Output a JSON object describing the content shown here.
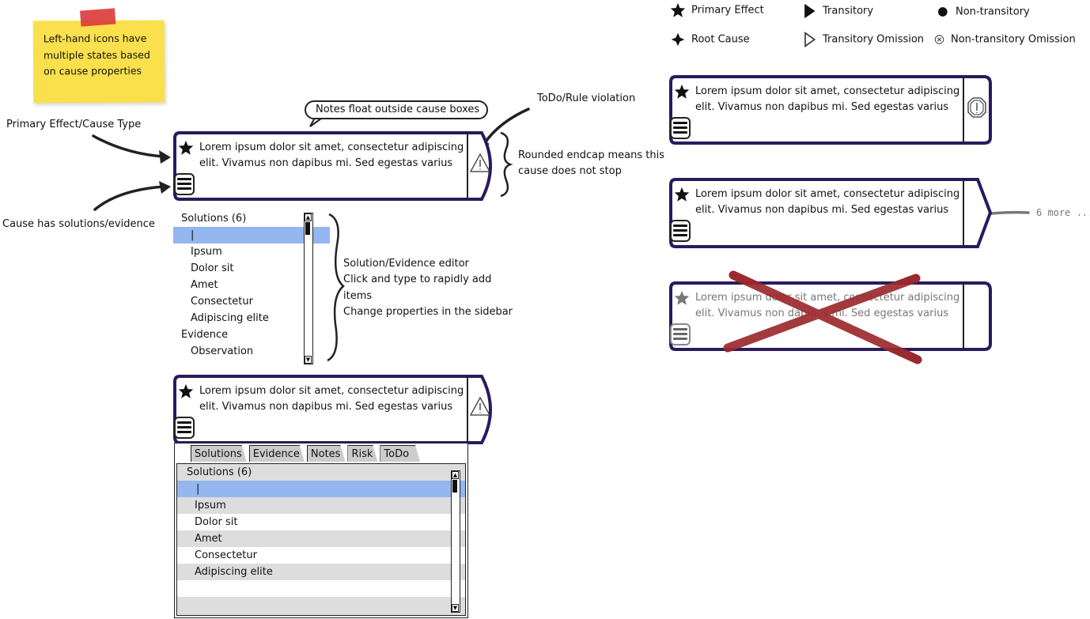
{
  "sticky_note": {
    "text": "Left-hand icons have multiple states based on cause properties",
    "colors": {
      "paper": "#f9e04c",
      "tape": "#dc3838"
    }
  },
  "annotations": {
    "primary_effect": "Primary Effect/Cause Type",
    "has_solutions": "Cause has solutions/evidence",
    "notes_float": "Notes float outside cause boxes",
    "todo_violation": "ToDo/Rule violation",
    "rounded_endcap_line1": "Rounded endcap means this",
    "rounded_endcap_line2": "cause does not stop",
    "editor_line1": "Solution/Evidence editor",
    "editor_line2": "Click and type to rapidly add",
    "editor_line3": "items",
    "editor_line4": "Change properties in the sidebar"
  },
  "cause_text": {
    "line1": "Lorem ipsum dolor sit amet, consectetur adipiscing",
    "line2": "elit. Vivamus non dapibus mi. Sed egestas varius"
  },
  "causes": [
    {
      "id": "main",
      "endcap": "rounded",
      "right_icon": "warning-icon",
      "state": "normal"
    },
    {
      "id": "with-tabs",
      "endcap": "rounded",
      "right_icon": "warning-icon",
      "state": "normal"
    },
    {
      "id": "stop",
      "endcap": "flat",
      "right_icon": "stop-octagon-icon",
      "state": "normal"
    },
    {
      "id": "more",
      "endcap": "pointed",
      "right_icon": "",
      "state": "normal",
      "more_label": "6 more ..."
    },
    {
      "id": "deleted",
      "endcap": "flat",
      "right_icon": "",
      "state": "crossed-out"
    }
  ],
  "list_editor": {
    "header": "Solutions (6)",
    "cursor": "|",
    "items": [
      "Ipsum",
      "Dolor sit",
      "Amet",
      "Consectetur",
      "Adipiscing elite"
    ],
    "evidence_header": "Evidence",
    "evidence_items": [
      "Observation"
    ],
    "selection_color": "#93b7ee"
  },
  "tab_panel": {
    "tabs": [
      "Solutions",
      "Evidence",
      "Notes",
      "Risk",
      "ToDo"
    ],
    "header": "Solutions (6)",
    "cursor": "|",
    "items": [
      "Ipsum",
      "Dolor sit",
      "Amet",
      "Consectetur",
      "Adipiscing elite"
    ]
  },
  "legend": {
    "primary_effect": "Primary Effect",
    "root_cause": "Root Cause",
    "transitory": "Transitory",
    "transitory_omission": "Transitory Omission",
    "non_transitory": "Non-transitory",
    "non_transitory_omission": "Non-transitory Omission"
  },
  "colors": {
    "cause_border": "#2a1a5e",
    "cross_out": "#9b2a2e",
    "connector": "#777777"
  }
}
